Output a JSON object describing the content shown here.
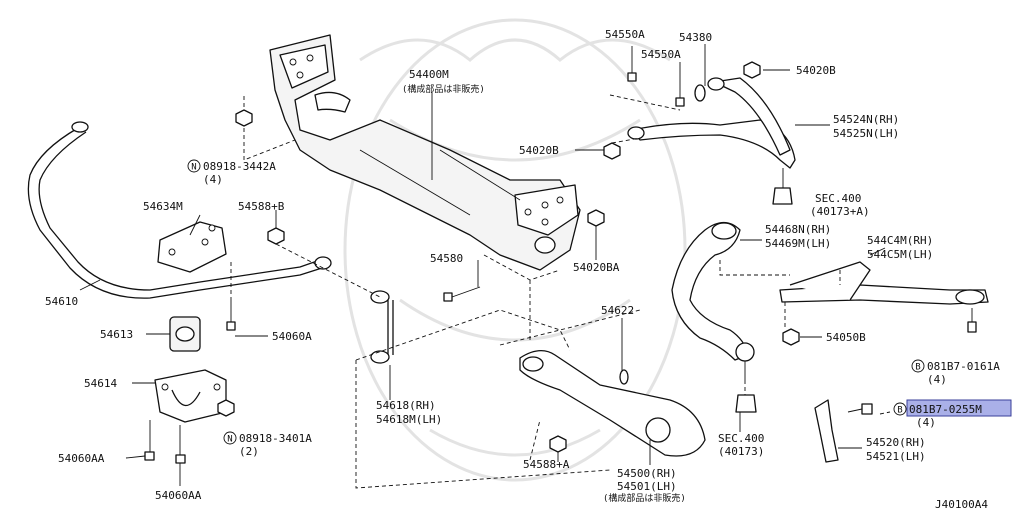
{
  "diagram_id": "J40100A4",
  "labels": {
    "l_54550A_1": "54550A",
    "l_54550A_2": "54550A",
    "l_54380": "54380",
    "l_54020B_1": "54020B",
    "l_54400M": "54400M",
    "l_54400M_note": "(構成部品は非販売)",
    "l_54524N": "54524N(RH)",
    "l_54525N": "54525N(LH)",
    "l_08918_3442A": "08918-3442A",
    "l_08918_3442A_qty": "(4)",
    "l_54020B_2": "54020B",
    "l_sec400_a": "SEC.400",
    "l_sec400_a_ref": "(40173+A)",
    "l_54634M": "54634M",
    "l_54588B": "54588+B",
    "l_54468N": "54468N(RH)",
    "l_54469M": "54469M(LH)",
    "l_544C4M": "544C4M(RH)",
    "l_544C5M": "544C5M(LH)",
    "l_54580": "54580",
    "l_54020BA": "54020BA",
    "l_54610": "54610",
    "l_54622": "54622",
    "l_54613": "54613",
    "l_54060A": "54060A",
    "l_54050B": "54050B",
    "l_081B7_0161A": "081B7-0161A",
    "l_081B7_0161A_qty": "(4)",
    "l_54614": "54614",
    "l_54618": "54618(RH)",
    "l_54618M": "54618M(LH)",
    "l_081B7_0255M": "081B7-0255M",
    "l_081B7_0255M_qty": "(4)",
    "l_08918_3401A": "08918-3401A",
    "l_08918_3401A_qty": "(2)",
    "l_sec400_b": "SEC.400",
    "l_sec400_b_ref": "(40173)",
    "l_54520": "54520(RH)",
    "l_54521": "54521(LH)",
    "l_54060AA_1": "54060AA",
    "l_54588A": "54588+A",
    "l_54500": "54500(RH)",
    "l_54501": "54501(LH)",
    "l_54500_note": "(構成部品は非販売)",
    "l_54060AA_2": "54060AA",
    "sym_N": "N",
    "sym_B": "B"
  },
  "highlighted_part": "081B7-0255M",
  "colors": {
    "highlight": "#aab0e8",
    "line": "#111111"
  }
}
